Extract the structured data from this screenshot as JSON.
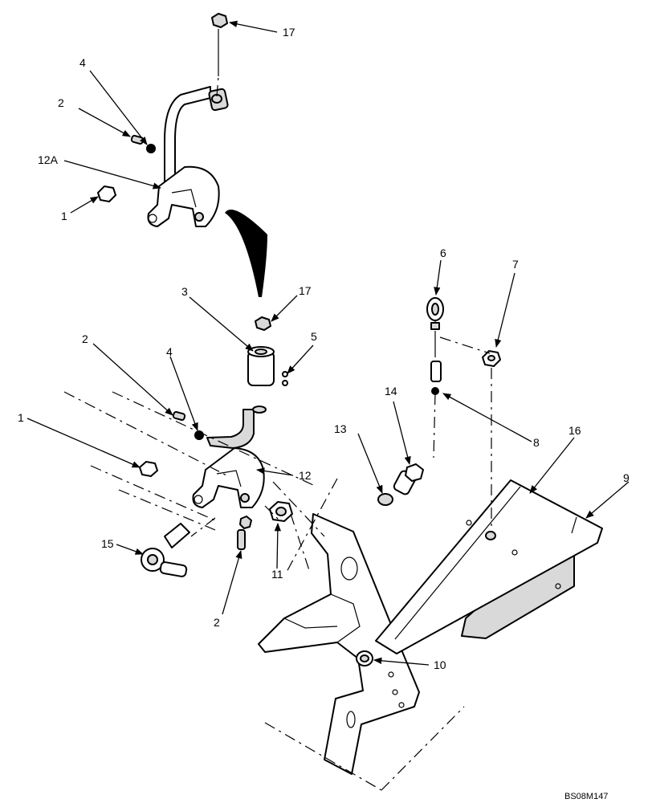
{
  "callouts": {
    "c17a": "17",
    "c4a": "4",
    "c2a": "2",
    "c12A": "12A",
    "c1a": "1",
    "c3": "3",
    "c17b": "17",
    "c5": "5",
    "c2b": "2",
    "c4b": "4",
    "c1b": "1",
    "c12": "12",
    "c15": "15",
    "c2c": "2",
    "c11": "11",
    "c13": "13",
    "c14": "14",
    "c6": "6",
    "c7": "7",
    "c8": "8",
    "c16": "16",
    "c9": "9",
    "c10": "10"
  },
  "drawing_code": "BS08M147"
}
